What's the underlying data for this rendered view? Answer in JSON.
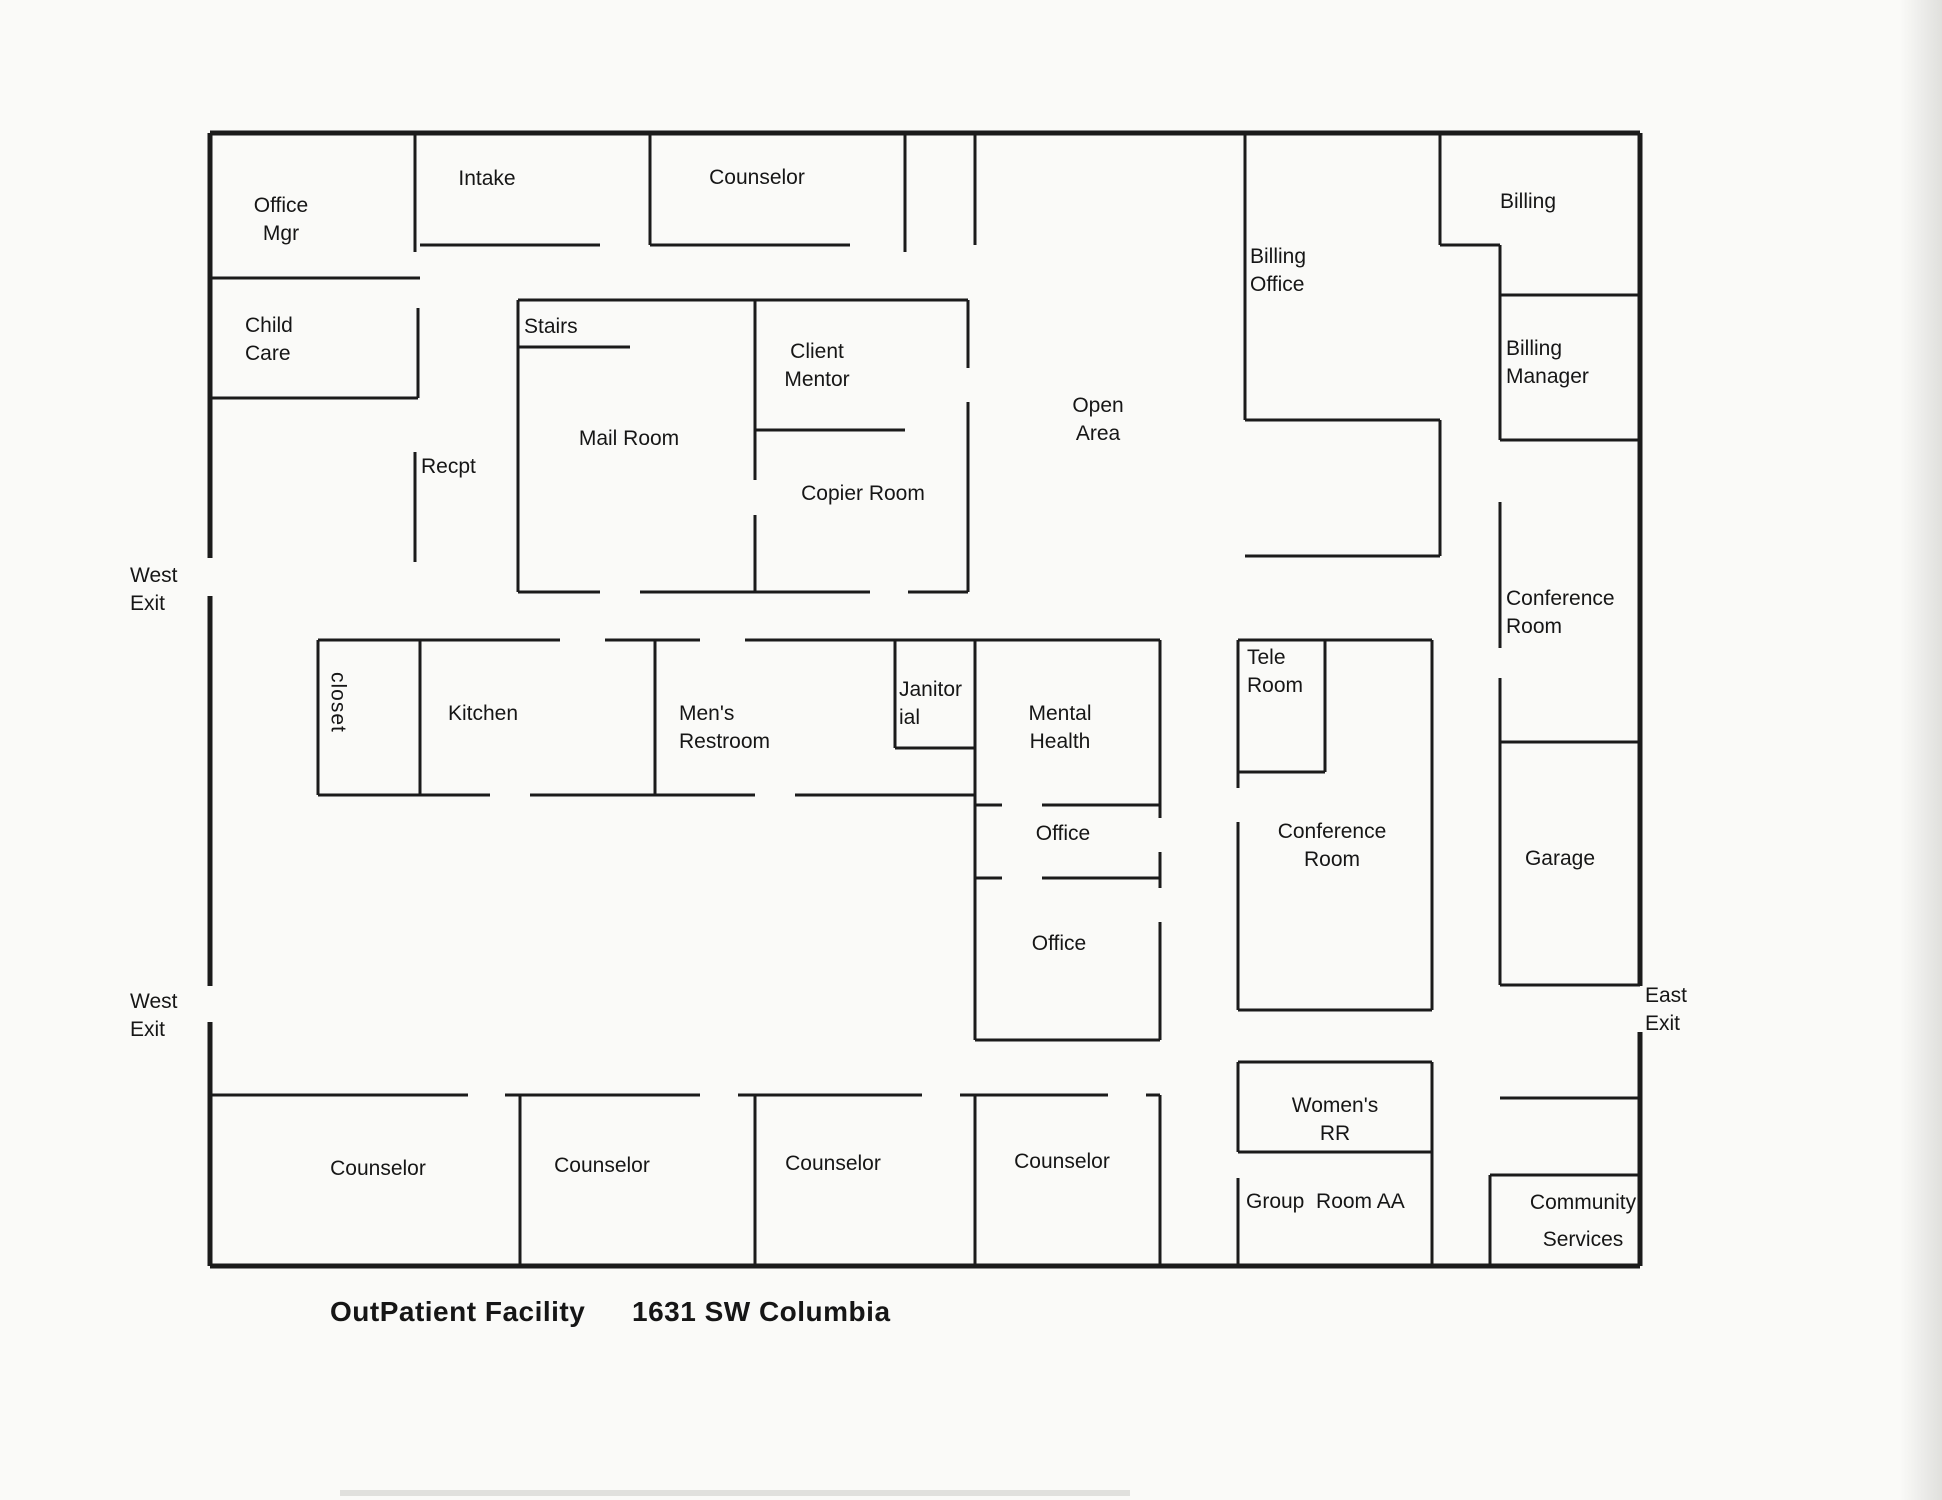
{
  "colors": {
    "wall": "#1b1b1b",
    "text": "#161616",
    "paper": "#fafaf8",
    "artifact": "#e0e0dd"
  },
  "title": {
    "facility": "OutPatient Facility",
    "address": "1631 SW Columbia"
  },
  "rooms": {
    "office_mgr": "Office\nMgr",
    "intake": "Intake",
    "counselor_top": "Counselor",
    "billing": "Billing",
    "billing_office": "Billing\nOffice",
    "billing_manager": "Billing\nManager",
    "child_care": "Child\nCare",
    "stairs": "Stairs",
    "client_mentor": "Client\nMentor",
    "mail_room": "Mail Room",
    "copier_room": "Copier Room",
    "open_area": "Open\nArea",
    "recpt": "Recpt",
    "conference_right": "Conference\nRoom",
    "closet": "closet",
    "kitchen": "Kitchen",
    "mens_restroom": "Men's\nRestroom",
    "janitorial": "Janitor\nial",
    "mental_health": "Mental\nHealth",
    "tele_room": "Tele\nRoom",
    "conference_center": "Conference\nRoom",
    "office_upper": "Office",
    "office_lower": "Office",
    "garage": "Garage",
    "womens_rr": "Women's\nRR",
    "counselor_1": "Counselor",
    "counselor_2": "Counselor",
    "counselor_3": "Counselor",
    "counselor_4": "Counselor",
    "group_room_aa": "Group  Room AA",
    "community_services": "Community\nServices"
  },
  "exits": {
    "west_upper": "West\nExit",
    "west_lower": "West\nExit",
    "east": "East\nExit"
  }
}
